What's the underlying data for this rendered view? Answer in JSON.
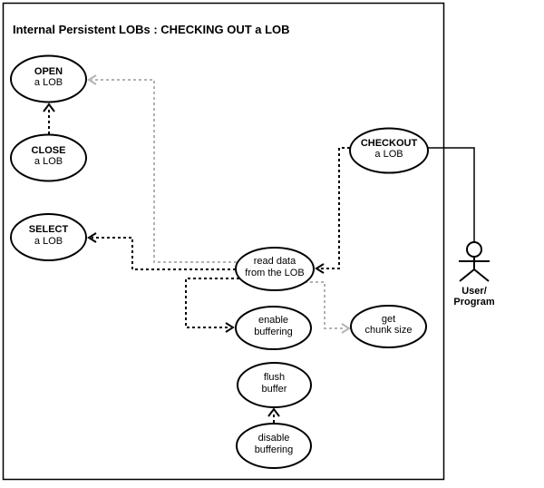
{
  "title": "Internal Persistent LOBs : CHECKING OUT a LOB",
  "colors": {
    "line": "#000000",
    "optional_line": "#b2b2b2",
    "background": "#ffffff"
  },
  "nodes": {
    "open": {
      "line1": "OPEN",
      "line2": "a LOB"
    },
    "close": {
      "line1": "CLOSE",
      "line2": "a LOB"
    },
    "select": {
      "line1": "SELECT",
      "line2": "a LOB"
    },
    "checkout": {
      "line1": "CHECKOUT",
      "line2": "a LOB"
    },
    "read_data": {
      "line1": "read data",
      "line2": "from the LOB"
    },
    "enable_buffering": {
      "line1": "enable",
      "line2": "buffering"
    },
    "get_chunk_size": {
      "line1": "get",
      "line2": "chunk size"
    },
    "flush_buffer": {
      "line1": "flush",
      "line2": "buffer"
    },
    "disable_buffering": {
      "line1": "disable",
      "line2": "buffering"
    }
  },
  "actor": {
    "line1": "User/",
    "line2": "Program"
  },
  "edges": [
    {
      "from": "CLOSE a LOB",
      "to": "OPEN a LOB",
      "style": "dashed",
      "color": "#000000"
    },
    {
      "from": "CHECKOUT a LOB",
      "to": "read data from the LOB",
      "style": "dashed",
      "color": "#000000"
    },
    {
      "from": "read data from the LOB",
      "to": "SELECT a LOB",
      "style": "dashed",
      "color": "#000000"
    },
    {
      "from": "read data from the LOB",
      "to": "enable buffering",
      "style": "dashed",
      "color": "#000000"
    },
    {
      "from": "read data from the LOB",
      "to": "OPEN a LOB",
      "style": "dashed",
      "color": "#b2b2b2"
    },
    {
      "from": "read data from the LOB",
      "to": "get chunk size",
      "style": "dashed",
      "color": "#b2b2b2"
    },
    {
      "from": "disable buffering",
      "to": "flush buffer",
      "style": "dashed",
      "color": "#000000"
    },
    {
      "from": "CHECKOUT a LOB",
      "to": "User/Program",
      "style": "solid",
      "color": "#000000"
    }
  ]
}
